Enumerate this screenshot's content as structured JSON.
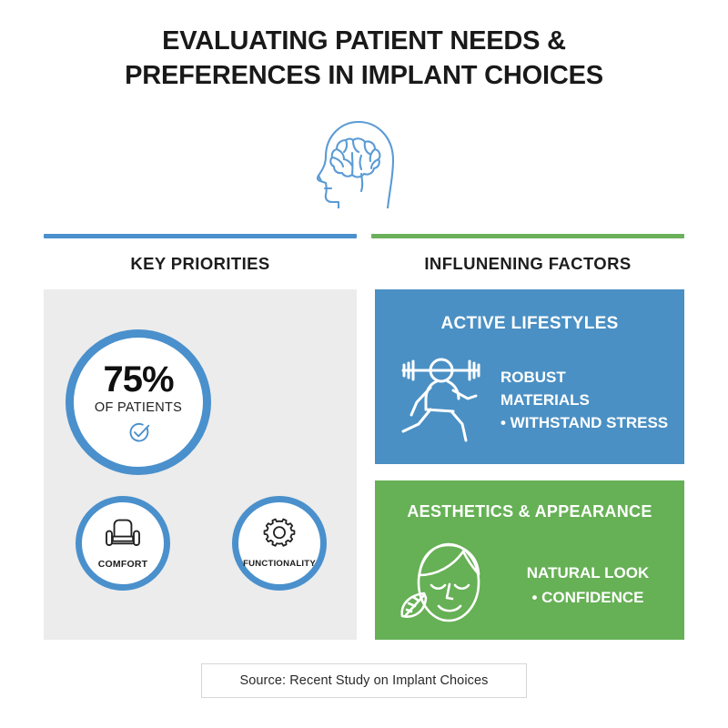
{
  "title": {
    "line1": "EVALUATING PATIENT NEEDS &",
    "line2": "PREFERENCES IN IMPLANT CHOICES"
  },
  "hero_icon": "head-brain-icon",
  "colors": {
    "blue": "#4a90c4",
    "blue_accent": "#4a90cc",
    "green": "#66b055",
    "green_accent": "#6bb05a",
    "panel_gray": "#ececec",
    "text_dark": "#191919"
  },
  "sections": {
    "left": {
      "heading": "KEY PRIORITIES",
      "rule_color": "#4a90cc"
    },
    "right": {
      "heading": "INFLUNENING FACTORS",
      "rule_color": "#6bb05a"
    }
  },
  "key_priorities": {
    "stat": {
      "value": "75%",
      "label": "OF PATIENTS",
      "icon": "check-circle-icon"
    },
    "items": [
      {
        "label": "COMFORT",
        "icon": "armchair-icon"
      },
      {
        "label": "FUNCTIONALITY",
        "icon": "gear-icon"
      }
    ]
  },
  "influencing_factors": [
    {
      "title": "ACTIVE LIFESTYLES",
      "icon": "running-weightlifter-icon",
      "lines": [
        "ROBUST",
        "MATERIALS",
        "• WITHSTAND STRESS"
      ],
      "color": "#4a90c4"
    },
    {
      "title": "AESTHETICS & APPEARANCE",
      "icon": "face-leaf-icon",
      "lines": [
        "NATURAL LOOK",
        "• CONFIDENCE"
      ],
      "color": "#66b055"
    }
  ],
  "source": {
    "text": "Source: Recent Study on Implant Choices"
  }
}
